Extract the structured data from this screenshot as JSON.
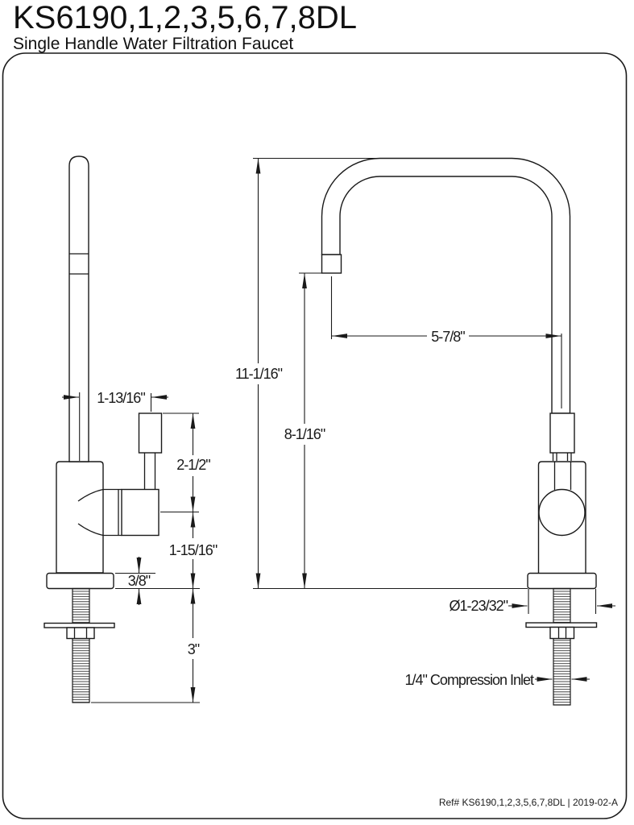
{
  "header": {
    "title": "KS6190,1,2,3,5,6,7,8DL",
    "subtitle": "Single Handle Water Filtration Faucet"
  },
  "drawing": {
    "side_view": {
      "dims": {
        "spout_to_handle": "1-13/16\"",
        "handle_height": "2-1/2\"",
        "body_height": "1-15/16\"",
        "deck_thickness": "3/8\"",
        "shank_length": "3\""
      }
    },
    "front_view": {
      "dims": {
        "overall_height": "11-1/16\"",
        "spout_clearance": "8-1/16\"",
        "spout_reach": "5-7/8\"",
        "base_diameter": "Ø1-23/32\"",
        "inlet": "1/4\" Compression Inlet"
      }
    }
  },
  "footer": {
    "reference": "Ref# KS6190,1,2,3,5,6,7,8DL | 2019-02-A"
  },
  "colors": {
    "line": "#1a1a1a",
    "background": "#ffffff"
  }
}
